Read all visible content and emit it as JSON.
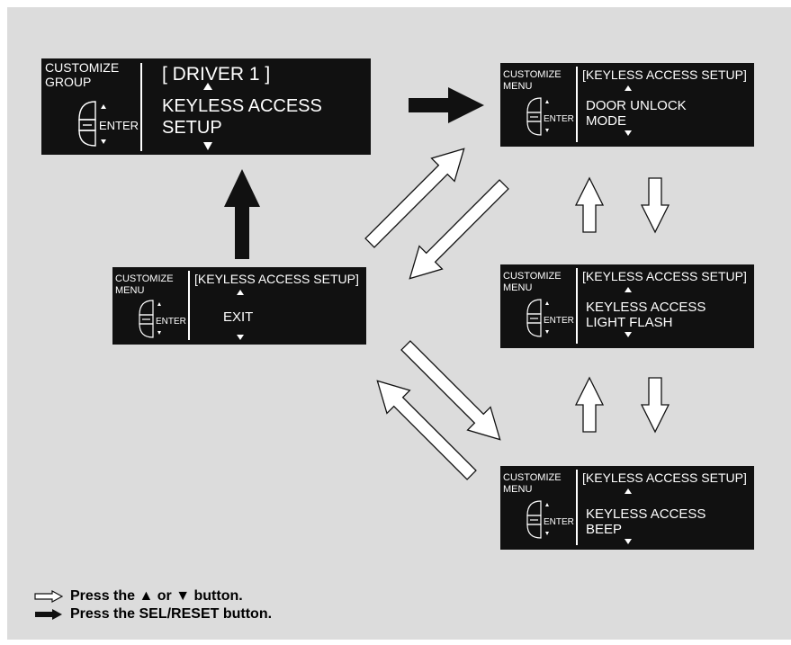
{
  "screens": {
    "customize_group": {
      "side_line1": "CUSTOMIZE",
      "side_line2": "GROUP",
      "enter": "ENTER",
      "heading": "[ DRIVER 1 ]",
      "line1": "KEYLESS ACCESS",
      "line2": "SETUP"
    },
    "door_unlock": {
      "side_line1": "CUSTOMIZE",
      "side_line2": "MENU",
      "enter": "ENTER",
      "heading": "[KEYLESS ACCESS SETUP]",
      "line1": "DOOR UNLOCK",
      "line2": "MODE"
    },
    "light_flash": {
      "side_line1": "CUSTOMIZE",
      "side_line2": "MENU",
      "enter": "ENTER",
      "heading": "[KEYLESS ACCESS SETUP]",
      "line1": "KEYLESS ACCESS",
      "line2": "LIGHT FLASH"
    },
    "beep": {
      "side_line1": "CUSTOMIZE",
      "side_line2": "MENU",
      "enter": "ENTER",
      "heading": "[KEYLESS ACCESS SETUP]",
      "line1": "KEYLESS ACCESS",
      "line2": "BEEP"
    },
    "exit": {
      "side_line1": "CUSTOMIZE",
      "side_line2": "MENU",
      "enter": "ENTER",
      "heading": "[KEYLESS ACCESS SETUP]",
      "line1": "EXIT"
    }
  },
  "legend": {
    "outline_arrow": "Press the ▲ or ▼ button.",
    "solid_arrow": "Press the SEL/RESET button."
  },
  "colors": {
    "background": "#dcdcdc",
    "screen": "#111111",
    "screen_text": "#ffffff"
  }
}
